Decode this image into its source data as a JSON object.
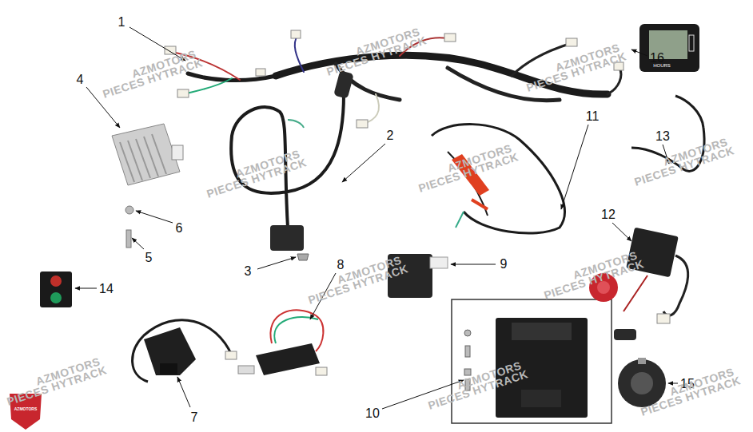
{
  "diagram": {
    "labels": [
      "1",
      "2",
      "3",
      "4",
      "5",
      "6",
      "7",
      "8",
      "9",
      "10",
      "11",
      "12",
      "13",
      "14",
      "15",
      "16",
      "AZMOTORS",
      "PIECES HYTRACK",
      "AZMOTORS",
      "PIECES HYTRACK",
      "AZMOTORS",
      "PIECES HYTRACK",
      "AZMOTORS",
      "PIECES HYTRACK",
      "AZMOTORS",
      "PIECES HYTRACK",
      "AZMOTORS",
      "PIECES HYTRACK",
      "AZMOTORS",
      "PIECES HYTRACK",
      "AZMOTORS",
      "PIECES HYTRACK",
      "AZMOTORS",
      "PIECES HYTRACK",
      "AZMOTORS",
      "PIECES HYTRACK",
      "AZMOTORS",
      "PIECES HYTRACK",
      "HOURS",
      "AZMOTORS"
    ]
  }
}
